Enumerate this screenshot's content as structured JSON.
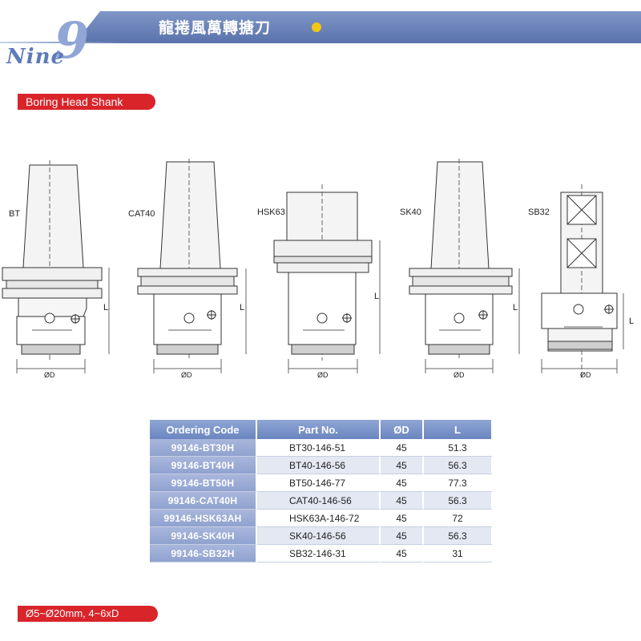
{
  "header": {
    "title": "龍捲風萬轉搪刀",
    "logo_word": "Nine",
    "logo_digit": "9",
    "brand_color": "#5b74ad",
    "dot_color": "#f2c713"
  },
  "section_tag": "Boring Head Shank",
  "drawings": {
    "labels": [
      "BT",
      "CAT40",
      "HSK63",
      "SK40",
      "SB32"
    ],
    "dim_length": "L",
    "dim_diameter": "ØD"
  },
  "table": {
    "headers": [
      "Ordering Code",
      "Part No.",
      "ØD",
      "L"
    ],
    "rows": [
      {
        "code": "99146-BT30H",
        "part": "BT30-146-51",
        "d": "45",
        "l": "51.3"
      },
      {
        "code": "99146-BT40H",
        "part": "BT40-146-56",
        "d": "45",
        "l": "56.3"
      },
      {
        "code": "99146-BT50H",
        "part": "BT50-146-77",
        "d": "45",
        "l": "77.3"
      },
      {
        "code": "99146-CAT40H",
        "part": "CAT40-146-56",
        "d": "45",
        "l": "56.3"
      },
      {
        "code": "99146-HSK63AH",
        "part": "HSK63A-146-72",
        "d": "45",
        "l": "72"
      },
      {
        "code": "99146-SK40H",
        "part": "SK40-146-56",
        "d": "45",
        "l": "56.3"
      },
      {
        "code": "99146-SB32H",
        "part": "SB32-146-31",
        "d": "45",
        "l": "31"
      }
    ]
  },
  "footer_tag": "Ø5~Ø20mm, 4~6xD",
  "accent_red": "#d9242a"
}
